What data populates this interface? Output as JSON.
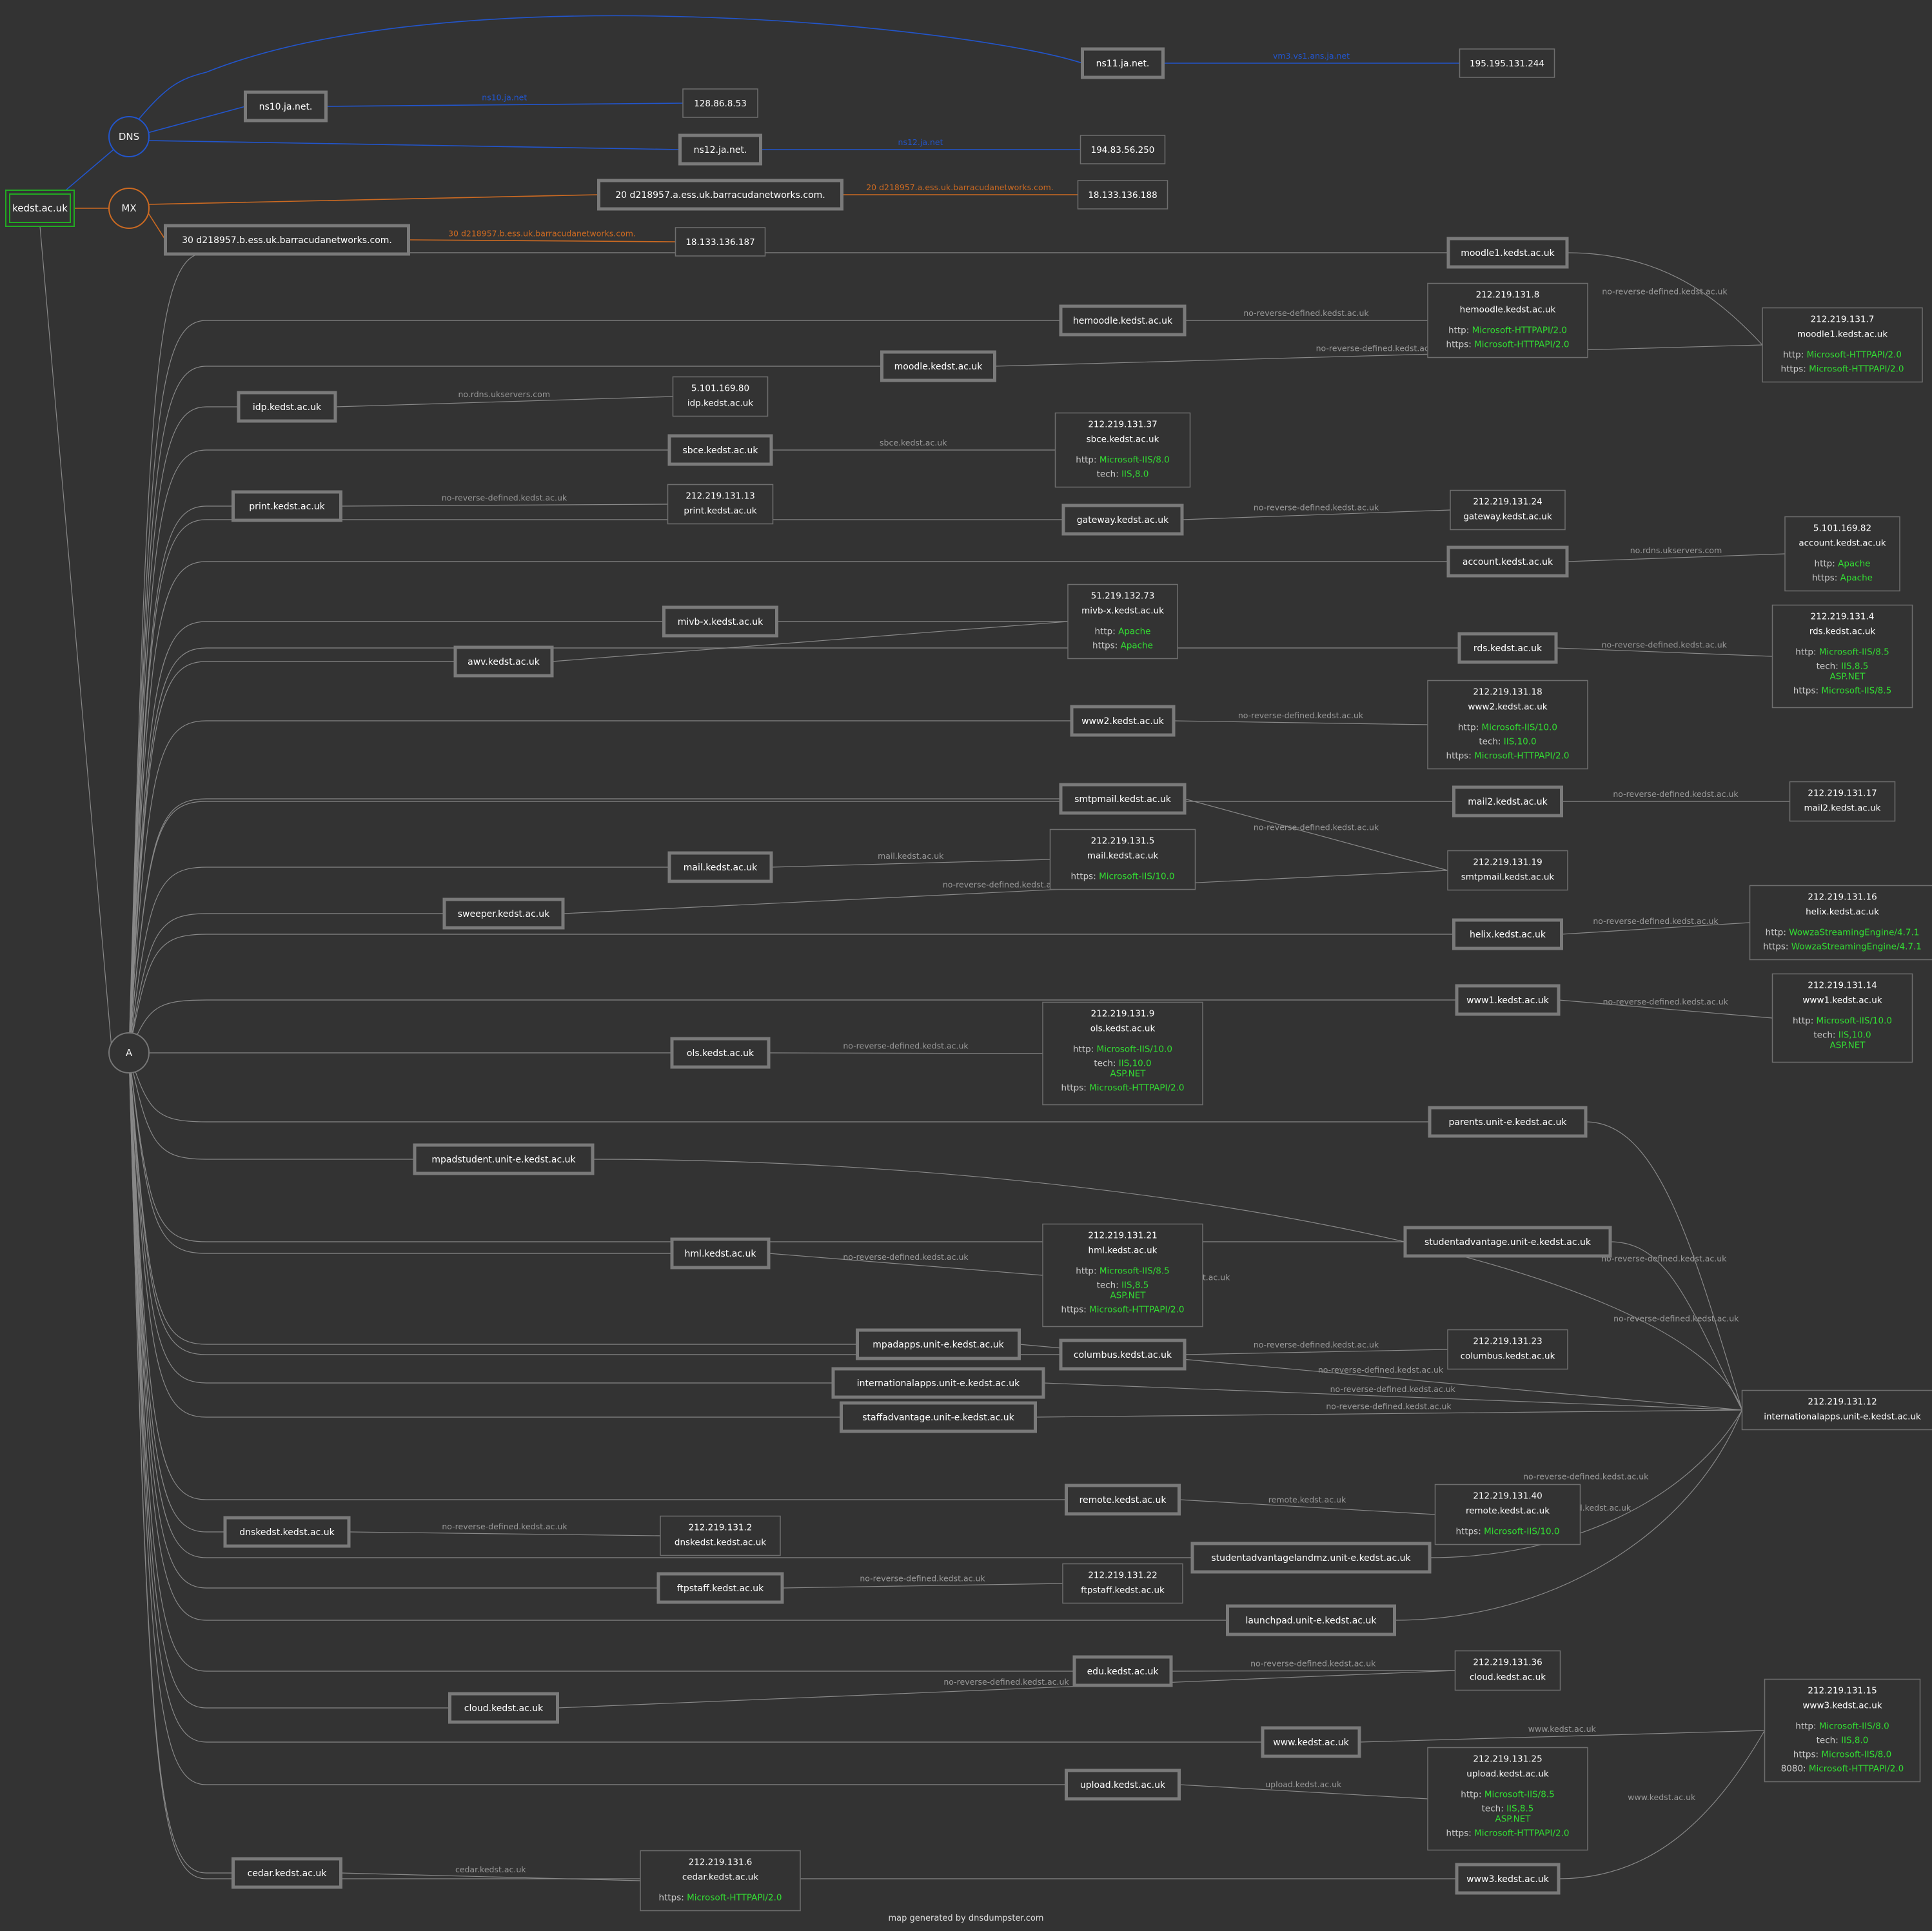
{
  "footer": "map generated by dnsdumpster.com",
  "colors": {
    "background": "#333333",
    "dns": "#2255cc",
    "mx": "#cc6a22",
    "a": "#888888",
    "root": "#22aa22",
    "tech": "#33dd33"
  },
  "root": {
    "id": "root",
    "label": "kedst.ac.uk"
  },
  "groups": [
    {
      "id": "DNS",
      "label": "DNS",
      "kind": "dns"
    },
    {
      "id": "MX",
      "label": "MX",
      "kind": "mx"
    },
    {
      "id": "A",
      "label": "A",
      "kind": "a"
    }
  ],
  "hosts": [
    {
      "id": "ns11",
      "label": "ns11.ja.net.",
      "group": "DNS"
    },
    {
      "id": "ns10",
      "label": "ns10.ja.net.",
      "group": "DNS"
    },
    {
      "id": "ns12",
      "label": "ns12.ja.net.",
      "group": "DNS"
    },
    {
      "id": "mx20",
      "label": "20 d218957.a.ess.uk.barracudanetworks.com.",
      "group": "MX"
    },
    {
      "id": "mx30",
      "label": "30 d218957.b.ess.uk.barracudanetworks.com.",
      "group": "MX"
    },
    {
      "id": "moodle1",
      "label": "moodle1.kedst.ac.uk",
      "group": "A"
    },
    {
      "id": "hemoodle",
      "label": "hemoodle.kedst.ac.uk",
      "group": "A"
    },
    {
      "id": "moodle",
      "label": "moodle.kedst.ac.uk",
      "group": "A"
    },
    {
      "id": "idp",
      "label": "idp.kedst.ac.uk",
      "group": "A"
    },
    {
      "id": "sbce",
      "label": "sbce.kedst.ac.uk",
      "group": "A"
    },
    {
      "id": "print",
      "label": "print.kedst.ac.uk",
      "group": "A"
    },
    {
      "id": "gateway",
      "label": "gateway.kedst.ac.uk",
      "group": "A"
    },
    {
      "id": "account",
      "label": "account.kedst.ac.uk",
      "group": "A"
    },
    {
      "id": "mivb",
      "label": "mivb-x.kedst.ac.uk",
      "group": "A"
    },
    {
      "id": "awv",
      "label": "awv.kedst.ac.uk",
      "group": "A"
    },
    {
      "id": "rds",
      "label": "rds.kedst.ac.uk",
      "group": "A"
    },
    {
      "id": "www2",
      "label": "www2.kedst.ac.uk",
      "group": "A"
    },
    {
      "id": "mail2",
      "label": "mail2.kedst.ac.uk",
      "group": "A"
    },
    {
      "id": "smtpmail",
      "label": "smtpmail.kedst.ac.uk",
      "group": "A"
    },
    {
      "id": "mail",
      "label": "mail.kedst.ac.uk",
      "group": "A"
    },
    {
      "id": "sweeper",
      "label": "sweeper.kedst.ac.uk",
      "group": "A"
    },
    {
      "id": "helix",
      "label": "helix.kedst.ac.uk",
      "group": "A"
    },
    {
      "id": "www1",
      "label": "www1.kedst.ac.uk",
      "group": "A"
    },
    {
      "id": "ols",
      "label": "ols.kedst.ac.uk",
      "group": "A"
    },
    {
      "id": "parents",
      "label": "parents.unit-e.kedst.ac.uk",
      "group": "A"
    },
    {
      "id": "mpadstudent",
      "label": "mpadstudent.unit-e.kedst.ac.uk",
      "group": "A"
    },
    {
      "id": "studentadvantage",
      "label": "studentadvantage.unit-e.kedst.ac.uk",
      "group": "A"
    },
    {
      "id": "hml",
      "label": "hml.kedst.ac.uk",
      "group": "A"
    },
    {
      "id": "mpadapps",
      "label": "mpadapps.unit-e.kedst.ac.uk",
      "group": "A"
    },
    {
      "id": "columbus",
      "label": "columbus.kedst.ac.uk",
      "group": "A"
    },
    {
      "id": "internationalapps",
      "label": "internationalapps.unit-e.kedst.ac.uk",
      "group": "A"
    },
    {
      "id": "staffadvantage",
      "label": "staffadvantage.unit-e.kedst.ac.uk",
      "group": "A"
    },
    {
      "id": "remote",
      "label": "remote.kedst.ac.uk",
      "group": "A"
    },
    {
      "id": "dnskedst",
      "label": "dnskedst.kedst.ac.uk",
      "group": "A"
    },
    {
      "id": "studentadvantagelandmz",
      "label": "studentadvantagelandmz.unit-e.kedst.ac.uk",
      "group": "A"
    },
    {
      "id": "ftpstaff",
      "label": "ftpstaff.kedst.ac.uk",
      "group": "A"
    },
    {
      "id": "launchpad",
      "label": "launchpad.unit-e.kedst.ac.uk",
      "group": "A"
    },
    {
      "id": "edu",
      "label": "edu.kedst.ac.uk",
      "group": "A"
    },
    {
      "id": "cloud",
      "label": "cloud.kedst.ac.uk",
      "group": "A"
    },
    {
      "id": "www",
      "label": "www.kedst.ac.uk",
      "group": "A"
    },
    {
      "id": "upload",
      "label": "upload.kedst.ac.uk",
      "group": "A"
    },
    {
      "id": "cedar",
      "label": "cedar.kedst.ac.uk",
      "group": "A"
    },
    {
      "id": "www3",
      "label": "www3.kedst.ac.uk",
      "group": "A"
    }
  ],
  "ips": [
    {
      "id": "ip_ns11",
      "ip": "195.195.131.244"
    },
    {
      "id": "ip_ns10",
      "ip": "128.86.8.53"
    },
    {
      "id": "ip_ns12",
      "ip": "194.83.56.250"
    },
    {
      "id": "ip_mx20",
      "ip": "18.133.136.188"
    },
    {
      "id": "ip_mx30",
      "ip": "18.133.136.187"
    },
    {
      "id": "ip_hemoodle",
      "ip": "212.219.131.8",
      "host": "hemoodle.kedst.ac.uk",
      "rows": [
        [
          "http",
          "Microsoft-HTTPAPI/2.0"
        ],
        [
          "https",
          "Microsoft-HTTPAPI/2.0"
        ]
      ]
    },
    {
      "id": "ip_moodle1",
      "ip": "212.219.131.7",
      "host": "moodle1.kedst.ac.uk",
      "rows": [
        [
          "http",
          "Microsoft-HTTPAPI/2.0"
        ],
        [
          "https",
          "Microsoft-HTTPAPI/2.0"
        ]
      ]
    },
    {
      "id": "ip_idp",
      "ip": "5.101.169.80",
      "host": "idp.kedst.ac.uk"
    },
    {
      "id": "ip_sbce",
      "ip": "212.219.131.37",
      "host": "sbce.kedst.ac.uk",
      "rows": [
        [
          "http",
          "Microsoft-IIS/8.0"
        ],
        [
          "tech",
          "IIS,8.0"
        ]
      ]
    },
    {
      "id": "ip_print",
      "ip": "212.219.131.13",
      "host": "print.kedst.ac.uk"
    },
    {
      "id": "ip_gateway",
      "ip": "212.219.131.24",
      "host": "gateway.kedst.ac.uk"
    },
    {
      "id": "ip_account",
      "ip": "5.101.169.82",
      "host": "account.kedst.ac.uk",
      "rows": [
        [
          "http",
          "Apache"
        ],
        [
          "https",
          "Apache"
        ]
      ]
    },
    {
      "id": "ip_mivb",
      "ip": "51.219.132.73",
      "host": "mivb-x.kedst.ac.uk",
      "rows": [
        [
          "http",
          "Apache"
        ],
        [
          "https",
          "Apache"
        ]
      ]
    },
    {
      "id": "ip_rds",
      "ip": "212.219.131.4",
      "host": "rds.kedst.ac.uk",
      "rows": [
        [
          "http",
          "Microsoft-IIS/8.5"
        ],
        [
          "tech",
          "IIS,8.5",
          "ASP.NET"
        ],
        [
          "https",
          "Microsoft-IIS/8.5"
        ]
      ]
    },
    {
      "id": "ip_www2",
      "ip": "212.219.131.18",
      "host": "www2.kedst.ac.uk",
      "rows": [
        [
          "http",
          "Microsoft-IIS/10.0"
        ],
        [
          "tech",
          "IIS,10.0"
        ],
        [
          "https",
          "Microsoft-HTTPAPI/2.0"
        ]
      ]
    },
    {
      "id": "ip_mail2",
      "ip": "212.219.131.17",
      "host": "mail2.kedst.ac.uk"
    },
    {
      "id": "ip_mail",
      "ip": "212.219.131.5",
      "host": "mail.kedst.ac.uk",
      "rows": [
        [
          "https",
          "Microsoft-IIS/10.0"
        ]
      ]
    },
    {
      "id": "ip_smtpmail",
      "ip": "212.219.131.19",
      "host": "smtpmail.kedst.ac.uk"
    },
    {
      "id": "ip_helix",
      "ip": "212.219.131.16",
      "host": "helix.kedst.ac.uk",
      "rows": [
        [
          "http",
          "WowzaStreamingEngine/4.7.1"
        ],
        [
          "https",
          "WowzaStreamingEngine/4.7.1"
        ]
      ]
    },
    {
      "id": "ip_www1",
      "ip": "212.219.131.14",
      "host": "www1.kedst.ac.uk",
      "rows": [
        [
          "http",
          "Microsoft-IIS/10.0"
        ],
        [
          "tech",
          "IIS,10.0",
          "ASP.NET"
        ]
      ]
    },
    {
      "id": "ip_ols",
      "ip": "212.219.131.9",
      "host": "ols.kedst.ac.uk",
      "rows": [
        [
          "http",
          "Microsoft-IIS/10.0"
        ],
        [
          "tech",
          "IIS,10.0",
          "ASP.NET"
        ],
        [
          "https",
          "Microsoft-HTTPAPI/2.0"
        ]
      ]
    },
    {
      "id": "ip_hml",
      "ip": "212.219.131.21",
      "host": "hml.kedst.ac.uk",
      "rows": [
        [
          "http",
          "Microsoft-IIS/8.5"
        ],
        [
          "tech",
          "IIS,8.5",
          "ASP.NET"
        ],
        [
          "https",
          "Microsoft-HTTPAPI/2.0"
        ]
      ]
    },
    {
      "id": "ip_columbus",
      "ip": "212.219.131.23",
      "host": "columbus.kedst.ac.uk"
    },
    {
      "id": "ip_intl",
      "ip": "212.219.131.12",
      "host": "internationalapps.unit-e.kedst.ac.uk"
    },
    {
      "id": "ip_remote",
      "ip": "212.219.131.40",
      "host": "remote.kedst.ac.uk",
      "rows": [
        [
          "https",
          "Microsoft-IIS/10.0"
        ]
      ]
    },
    {
      "id": "ip_dnskedst",
      "ip": "212.219.131.2",
      "host": "dnskedst.kedst.ac.uk"
    },
    {
      "id": "ip_ftpstaff",
      "ip": "212.219.131.22",
      "host": "ftpstaff.kedst.ac.uk"
    },
    {
      "id": "ip_cloud",
      "ip": "212.219.131.36",
      "host": "cloud.kedst.ac.uk"
    },
    {
      "id": "ip_www3",
      "ip": "212.219.131.15",
      "host": "www3.kedst.ac.uk",
      "rows": [
        [
          "http",
          "Microsoft-IIS/8.0"
        ],
        [
          "tech",
          "IIS,8.0"
        ],
        [
          "https",
          "Microsoft-IIS/8.0"
        ],
        [
          "8080",
          "Microsoft-HTTPAPI/2.0"
        ]
      ]
    },
    {
      "id": "ip_upload",
      "ip": "212.219.131.25",
      "host": "upload.kedst.ac.uk",
      "rows": [
        [
          "http",
          "Microsoft-IIS/8.5"
        ],
        [
          "tech",
          "IIS,8.5",
          "ASP.NET"
        ],
        [
          "https",
          "Microsoft-HTTPAPI/2.0"
        ]
      ]
    },
    {
      "id": "ip_cedar",
      "ip": "212.219.131.6",
      "host": "cedar.kedst.ac.uk",
      "rows": [
        [
          "https",
          "Microsoft-HTTPAPI/2.0"
        ]
      ]
    }
  ],
  "links": [
    {
      "from": "ns11",
      "to": "ip_ns11",
      "label": "vm3.vs1.ans.ja.net",
      "kind": "dns"
    },
    {
      "from": "ns10",
      "to": "ip_ns10",
      "label": "ns10.ja.net",
      "kind": "dns"
    },
    {
      "from": "ns12",
      "to": "ip_ns12",
      "label": "ns12.ja.net",
      "kind": "dns"
    },
    {
      "from": "mx20",
      "to": "ip_mx20",
      "label": "20 d218957.a.ess.uk.barracudanetworks.com.",
      "kind": "mx"
    },
    {
      "from": "mx30",
      "to": "ip_mx30",
      "label": "30 d218957.b.ess.uk.barracudanetworks.com.",
      "kind": "mx"
    },
    {
      "from": "moodle1",
      "to": "ip_moodle1",
      "label": "no-reverse-defined.kedst.ac.uk"
    },
    {
      "from": "hemoodle",
      "to": "ip_hemoodle",
      "label": "no-reverse-defined.kedst.ac.uk"
    },
    {
      "from": "moodle",
      "to": "ip_moodle1",
      "label": "no-reverse-defined.kedst.ac.uk"
    },
    {
      "from": "idp",
      "to": "ip_idp",
      "label": "no.rdns.ukservers.com"
    },
    {
      "from": "sbce",
      "to": "ip_sbce",
      "label": "sbce.kedst.ac.uk"
    },
    {
      "from": "print",
      "to": "ip_print",
      "label": "no-reverse-defined.kedst.ac.uk"
    },
    {
      "from": "gateway",
      "to": "ip_gateway",
      "label": "no-reverse-defined.kedst.ac.uk"
    },
    {
      "from": "account",
      "to": "ip_account",
      "label": "no.rdns.ukservers.com"
    },
    {
      "from": "mivb",
      "to": "ip_mivb",
      "label": ""
    },
    {
      "from": "awv",
      "to": "ip_mivb",
      "label": ""
    },
    {
      "from": "rds",
      "to": "ip_rds",
      "label": "no-reverse-defined.kedst.ac.uk"
    },
    {
      "from": "www2",
      "to": "ip_www2",
      "label": "no-reverse-defined.kedst.ac.uk"
    },
    {
      "from": "mail2",
      "to": "ip_mail2",
      "label": "no-reverse-defined.kedst.ac.uk"
    },
    {
      "from": "smtpmail",
      "to": "ip_smtpmail",
      "label": "no-reverse-defined.kedst.ac.uk"
    },
    {
      "from": "mail",
      "to": "ip_mail",
      "label": "mail.kedst.ac.uk"
    },
    {
      "from": "sweeper",
      "to": "ip_smtpmail",
      "label": "no-reverse-defined.kedst.ac.uk"
    },
    {
      "from": "helix",
      "to": "ip_helix",
      "label": "no-reverse-defined.kedst.ac.uk"
    },
    {
      "from": "www1",
      "to": "ip_www1",
      "label": "no-reverse-defined.kedst.ac.uk"
    },
    {
      "from": "ols",
      "to": "ip_ols",
      "label": "no-reverse-defined.kedst.ac.uk"
    },
    {
      "from": "parents",
      "to": "ip_intl",
      "label": "no-reverse-defined.kedst.ac.uk"
    },
    {
      "from": "mpadstudent",
      "to": "ip_intl",
      "label": "no-reverse-defined.kedst.ac.uk"
    },
    {
      "from": "studentadvantage",
      "to": "ip_intl",
      "label": "no-reverse-defined.kedst.ac.uk"
    },
    {
      "from": "hml",
      "to": "ip_hml",
      "label": "no-reverse-defined.kedst.ac.uk"
    },
    {
      "from": "columbus",
      "to": "ip_columbus",
      "label": "no-reverse-defined.kedst.ac.uk"
    },
    {
      "from": "mpadapps",
      "to": "ip_intl",
      "label": "no-reverse-defined.kedst.ac.uk"
    },
    {
      "from": "internationalapps",
      "to": "ip_intl",
      "label": "no-reverse-defined.kedst.ac.uk"
    },
    {
      "from": "staffadvantage",
      "to": "ip_intl",
      "label": "no-reverse-defined.kedst.ac.uk"
    },
    {
      "from": "remote",
      "to": "ip_remote",
      "label": "remote.kedst.ac.uk"
    },
    {
      "from": "dnskedst",
      "to": "ip_dnskedst",
      "label": "no-reverse-defined.kedst.ac.uk"
    },
    {
      "from": "studentadvantagelandmz",
      "to": "ip_intl",
      "label": "no-reverse-defined.kedst.ac.uk"
    },
    {
      "from": "ftpstaff",
      "to": "ip_ftpstaff",
      "label": "no-reverse-defined.kedst.ac.uk"
    },
    {
      "from": "launchpad",
      "to": "ip_intl",
      "label": "no-reverse-defined.kedst.ac.uk"
    },
    {
      "from": "edu",
      "to": "ip_cloud",
      "label": "no-reverse-defined.kedst.ac.uk"
    },
    {
      "from": "cloud",
      "to": "ip_cloud",
      "label": "no-reverse-defined.kedst.ac.uk"
    },
    {
      "from": "www",
      "to": "ip_www3",
      "label": "www.kedst.ac.uk"
    },
    {
      "from": "upload",
      "to": "ip_upload",
      "label": "upload.kedst.ac.uk"
    },
    {
      "from": "cedar",
      "to": "ip_cedar",
      "label": "cedar.kedst.ac.uk"
    },
    {
      "from": "www3",
      "to": "ip_www3",
      "label": "www.kedst.ac.uk"
    }
  ]
}
